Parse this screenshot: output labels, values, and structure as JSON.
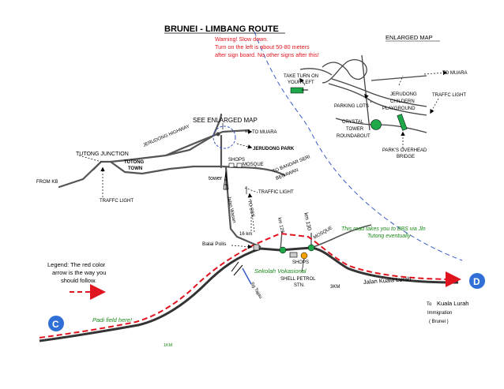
{
  "title": "BRUNEI - LIMBANG ROUTE",
  "warning": [
    "Warning! Slow down.",
    "Turn on the left is about 50-80 meters",
    "after sign board. No other signs after this!"
  ],
  "enlarged_map": "ENLARGED MAP",
  "see_enlarged_map": "SEE ENLARGED MAP",
  "labels": {
    "to_muara_top": "TO MUARA",
    "take_turn_1": "TAKE TURN ON",
    "take_turn_2": "YOUR LEFT",
    "jerudong_children_1": "JERUDONG",
    "jerudong_children_2": "CHILDERN",
    "jerudong_children_3": "PLAYGROUND",
    "traffic_light_right": "TRAFFC LIGHT",
    "parking_lots": "PARKING LOTS",
    "crystal_1": "CRYSTAL",
    "crystal_2": "TOWER",
    "crystal_3": "ROUNDABOUT",
    "parks_bridge_1": "PARK'S OVERHEAD",
    "parks_bridge_2": "BRIDGE",
    "jerudong_highway": "JERUDONG HIGHWAY",
    "to_muara_mid": "TO MUARA",
    "jerudong_park": "JERUDONG PARK",
    "tutong_junction": "TUTONG JUNCTION",
    "tutong_town_1": "TUTONG",
    "tutong_town_2": "TOWN",
    "shops_top": "SHOPS",
    "mosque_top": "MOSQUE",
    "to_bsb_1": "TO BANDAR SERI",
    "to_bsb_2": "BEGAWAN",
    "from_kb": "FROM KB",
    "tower": "tower",
    "traffic_light_mid": "TRAFFIC LIGHT",
    "traffic_light_left": "TRAFFC LIGHT",
    "jalan_wasan": "Jalan Wasan",
    "to_bbs": "TO BBS",
    "km129": "km 129",
    "km130": "km 130",
    "mosque_bottom": "MOSQUE",
    "bbs_note_1": "This road takes you to BBS via Jln",
    "bbs_note_2": "Tutong eventually",
    "sixteen_km": "16 km",
    "balai_polis": "Balai Polis",
    "shops_bottom": "SHOPS",
    "sekolah": "Sekolah Vokasional",
    "shell_1": "SHELL PETROL",
    "shell_2": "STN.",
    "three_km": "3KM",
    "jalan_kuala_lurah": "Jalan Kuala Lurah",
    "sg_tajau": "Sg Tajau",
    "to_kuala_lurah_to": "To",
    "to_kuala_lurah": "Kuala Lurah",
    "immigration": "Immigration",
    "brunei": "( Brunei )",
    "padi_field": "Padi field here!",
    "one_km": "1KM",
    "legend_1": "Legend: The red color",
    "legend_2": "arrow is the way you",
    "legend_3": "should follow.",
    "marker_c": "C",
    "marker_d": "D"
  },
  "colors": {
    "route": "#e0141e",
    "marker": "#2f6fd6",
    "green": "#1fa84a",
    "green_text": "#1a8a1a",
    "road": "#555555",
    "water": "#3a5bc7"
  }
}
